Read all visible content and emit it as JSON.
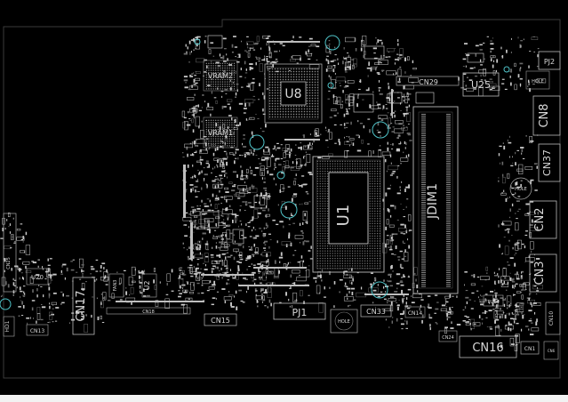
{
  "board": {
    "background": "#000000",
    "silkscreen_color": "#d8d8d8",
    "accent_color": "#4fc3c8"
  },
  "labels": {
    "vram2": "VRAM2",
    "vram1": "VRAM1",
    "u8": "U8",
    "u1": "U1",
    "cn29": "CN29",
    "u25": "U25",
    "pj2": "PJ2",
    "hole_tr": "HOLE",
    "cn8": "CN8",
    "cn37": "CN37",
    "hole_r": "HOLE",
    "cn2": "CN2",
    "cn3": "CN3",
    "jdim1": "JDIM1",
    "cn16": "CN16",
    "pj1": "PJ1",
    "cn15": "CN15",
    "cn33": "CN33",
    "cn17": "CN17",
    "u20": "U20",
    "u2": "U2",
    "fan3": "FAN3",
    "cn13": "CN13",
    "hd1": "HD1",
    "cn25": "CN25",
    "cn18": "CN18",
    "cn14": "CN14",
    "cn24": "CN24",
    "cn1": "CN1",
    "cn10": "CN10",
    "hole_b": "HOLE",
    "pu14": "PU14",
    "cn6": "CN6"
  }
}
